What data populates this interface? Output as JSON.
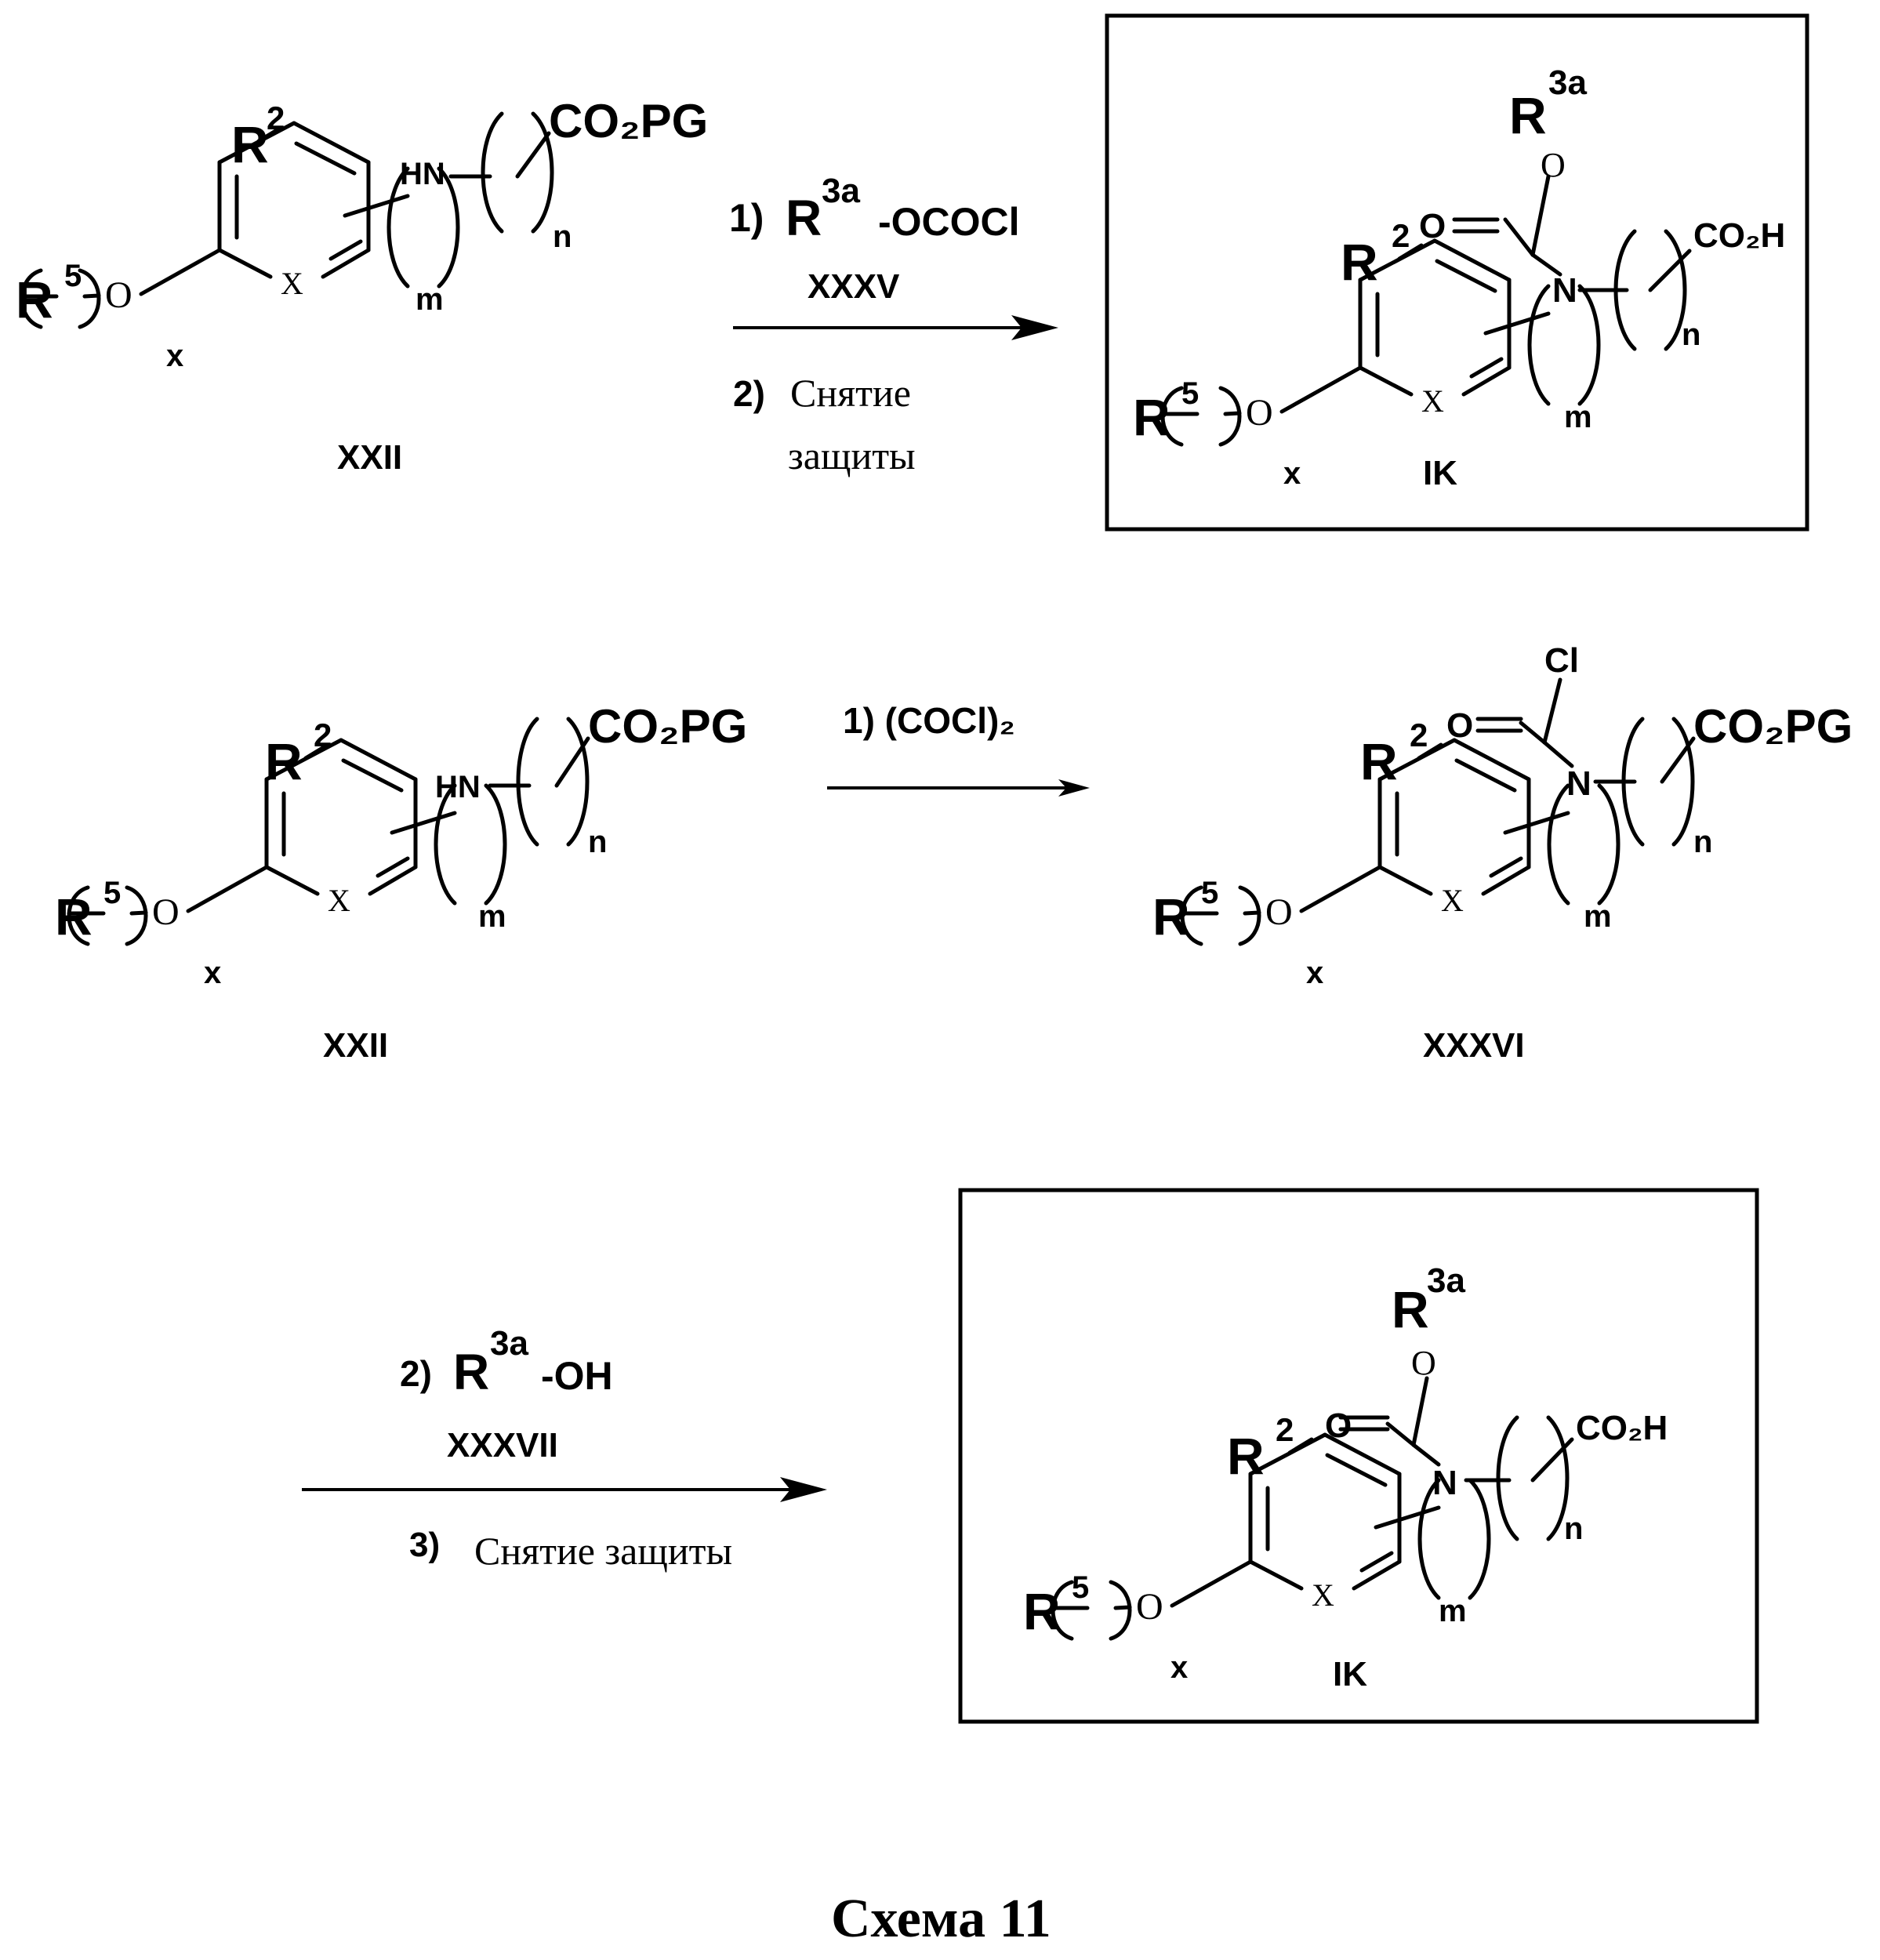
{
  "labels": {
    "R5": "R",
    "R5_sup": "5",
    "R2": "R",
    "R2_sup": "2",
    "R3a": "R",
    "R3a_sup": "3a",
    "O": "O",
    "X": "X",
    "x": "x",
    "m": "m",
    "n": "n",
    "HN": "HN",
    "N": "N",
    "Cl": "Cl",
    "O_eq": "O",
    "CO2PG": "CO₂PG",
    "CO2H": "CO₂H"
  },
  "compounds": {
    "XXII": "XXII",
    "IK": "IK",
    "XXXVI": "XXXVI"
  },
  "reactions": {
    "r1": {
      "step1_num": "1)",
      "step1_rest": "-OCOCl",
      "reagent_id": "XXXV",
      "step2_num": "2)",
      "step2_line1": "Снятие",
      "step2_line2": "защиты"
    },
    "r2": {
      "step1": "1) (COCl)₂"
    },
    "r3": {
      "step2_num": "2)",
      "step2_rest": "-OH",
      "reagent_id": "XXXVII",
      "step3_num": "3)",
      "step3_text": "Снятие защиты"
    }
  },
  "caption": "Схема 11"
}
